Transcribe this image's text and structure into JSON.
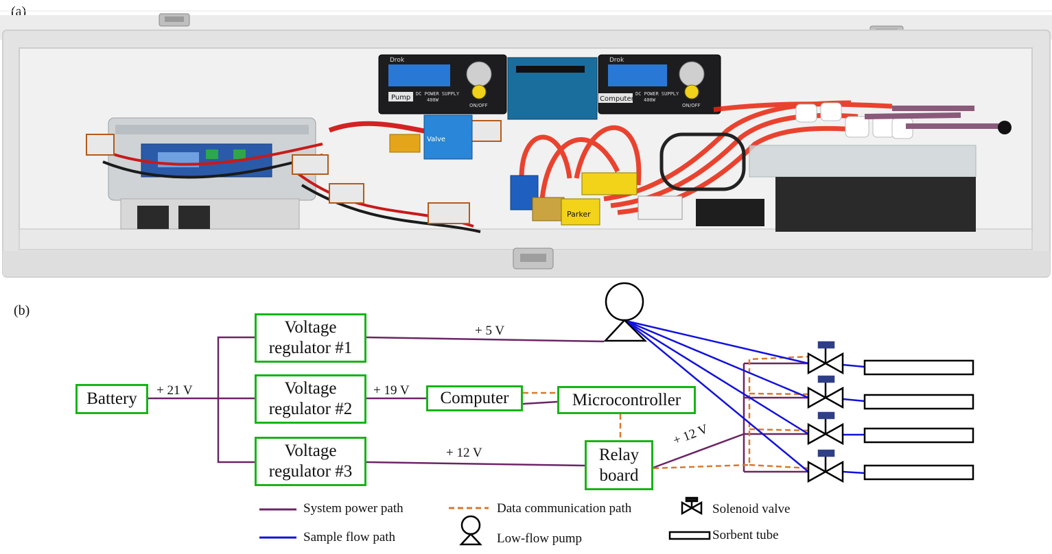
{
  "panels": {
    "a_label": "(a)",
    "b_label": "(b)"
  },
  "photo": {
    "display_labels": {
      "pump": "Pump",
      "computer": "Computer",
      "psu_text": "DC POWER SUPPLY",
      "psu_watt": "400W",
      "onoff": "ON/OFF",
      "valve": "Valve",
      "parker": "Parker",
      "brand": "Drok"
    },
    "colors": {
      "case": "#dcdcdc",
      "tubing": "#e8250e",
      "psu": "#1d1d1f",
      "screen": "#2a78d6"
    }
  },
  "diagram": {
    "nodes": {
      "battery": "Battery",
      "vr1": [
        "Voltage",
        "regulator #1"
      ],
      "vr2": [
        "Voltage",
        "regulator #2"
      ],
      "vr3": [
        "Voltage",
        "regulator #3"
      ],
      "computer": "Computer",
      "microcontroller": "Microcontroller",
      "relay": [
        "Relay",
        "board"
      ]
    },
    "edge_labels": {
      "battery_out": "+ 21 V",
      "vr1_out": "+ 5 V",
      "vr2_out": "+ 19 V",
      "vr3_out": "+ 12 V",
      "relay_out": "+ 12 V"
    },
    "legend": {
      "power": "System power path",
      "data": "Data communication path",
      "valve": "Solenoid valve",
      "flow": "Sample flow path",
      "pump": "Low-flow pump",
      "tube": "Sorbent tube"
    },
    "colors": {
      "power": "#6b2466",
      "data": "#d8782f",
      "flow": "#1111dd",
      "box_border": "#16b416",
      "valve_cap": "#2f3f86"
    }
  }
}
